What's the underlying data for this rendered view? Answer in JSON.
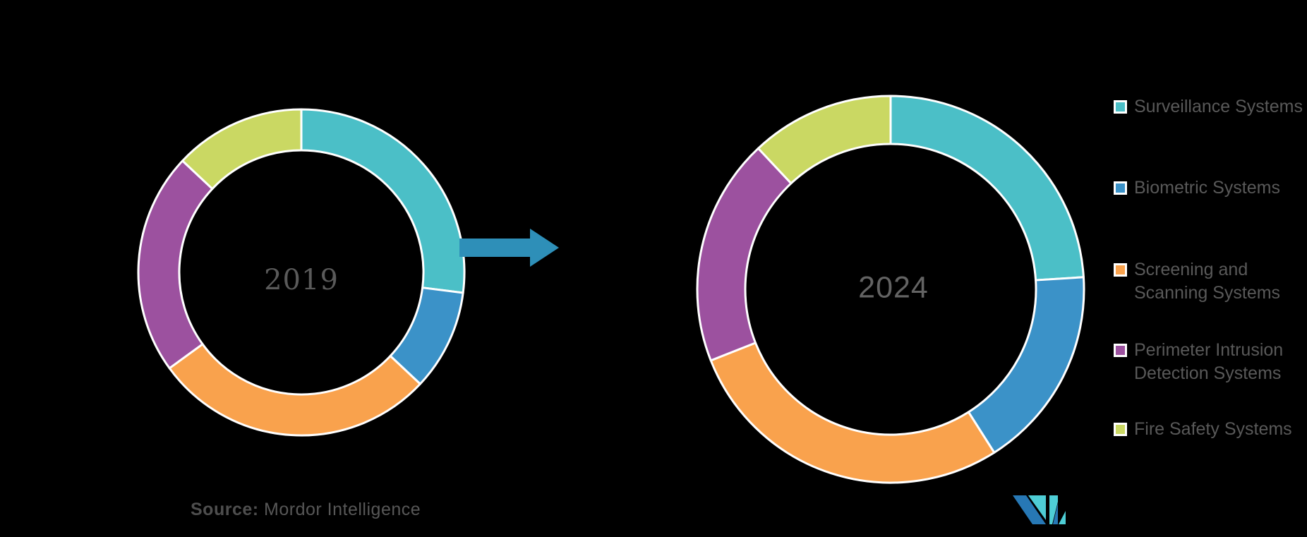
{
  "background_color": "#000000",
  "chart_data": [
    {
      "type": "pie",
      "subtype": "donut",
      "center_label": "2019",
      "direction": "clockwise",
      "start_angle_deg": 0,
      "categories": [
        "Surveillance Systems",
        "Biometric Systems",
        "Screening and Scanning Systems",
        "Perimeter Intrusion Detection Systems",
        "Fire Safety Systems"
      ],
      "values": [
        27,
        10,
        28,
        22,
        13
      ],
      "colors": [
        "#4BBFC7",
        "#3B92C8",
        "#F9A24D",
        "#9C519F",
        "#CAD863"
      ],
      "segment_border_color": "#FFFFFF"
    },
    {
      "type": "pie",
      "subtype": "donut",
      "center_label": "2024",
      "direction": "clockwise",
      "start_angle_deg": 0,
      "categories": [
        "Surveillance Systems",
        "Biometric Systems",
        "Screening and Scanning Systems",
        "Perimeter Intrusion Detection Systems",
        "Fire Safety Systems"
      ],
      "values": [
        24,
        17,
        28,
        19,
        12
      ],
      "colors": [
        "#4BBFC7",
        "#3B92C8",
        "#F9A24D",
        "#9C519F",
        "#CAD863"
      ],
      "segment_border_color": "#FFFFFF"
    }
  ],
  "legend": {
    "position": "right",
    "items": [
      {
        "label": "Surveillance Systems",
        "color": "#4BBFC7"
      },
      {
        "label": "Biometric Systems",
        "color": "#3B92C8"
      },
      {
        "label": "Screening and Scanning Systems",
        "color": "#F9A24D"
      },
      {
        "label": "Perimeter Intrusion Detection Systems",
        "color": "#9C519F"
      },
      {
        "label": "Fire Safety Systems",
        "color": "#CAD863"
      }
    ]
  },
  "arrow": {
    "direction": "right",
    "color": "#2E8FB8"
  },
  "source": {
    "label": "Source:",
    "text": " Mordor Intelligence"
  },
  "logo": {
    "name": "Mordor Intelligence logo",
    "blue": "#2778B5",
    "teal": "#4ECDD5"
  }
}
